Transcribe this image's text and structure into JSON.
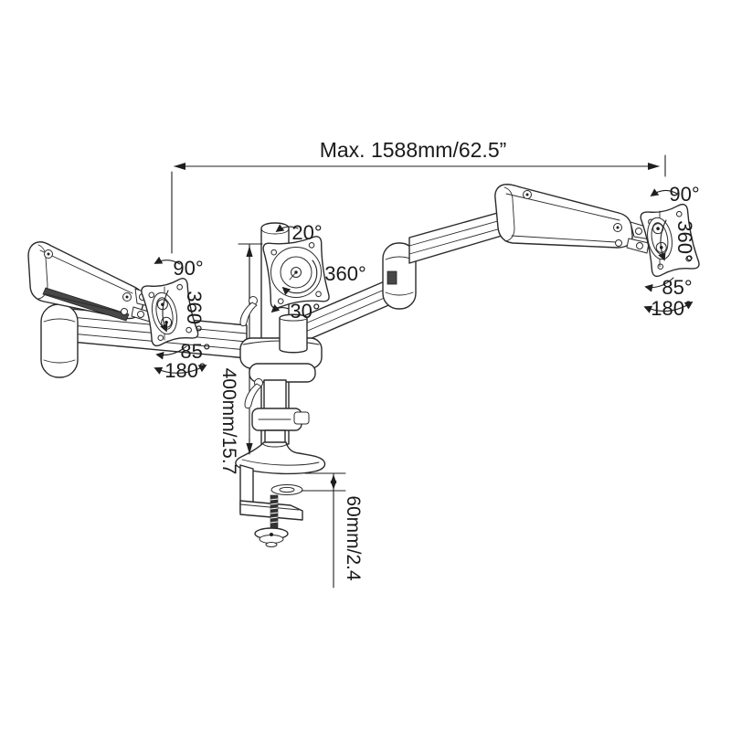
{
  "figure": {
    "type": "technical-line-drawing",
    "subject": "triple-monitor-desk-mount-arm",
    "background_color": "#ffffff",
    "line_color": "#2b2b2b",
    "dimensions": {
      "max_span": "Max. 1588mm/62.5”",
      "pole_height": "400mm/15.7",
      "clamp_range": "60mm/2.4"
    },
    "angles": {
      "left": {
        "up": "90°",
        "rotate": "360°",
        "tilt": "85°",
        "swivel": "180°"
      },
      "center": {
        "tilt_up": "20°",
        "rotate": "360°",
        "tilt_down": "30°"
      },
      "right": {
        "up": "90°",
        "rotate": "360°",
        "tilt": "85°",
        "swivel": "180°"
      }
    }
  }
}
